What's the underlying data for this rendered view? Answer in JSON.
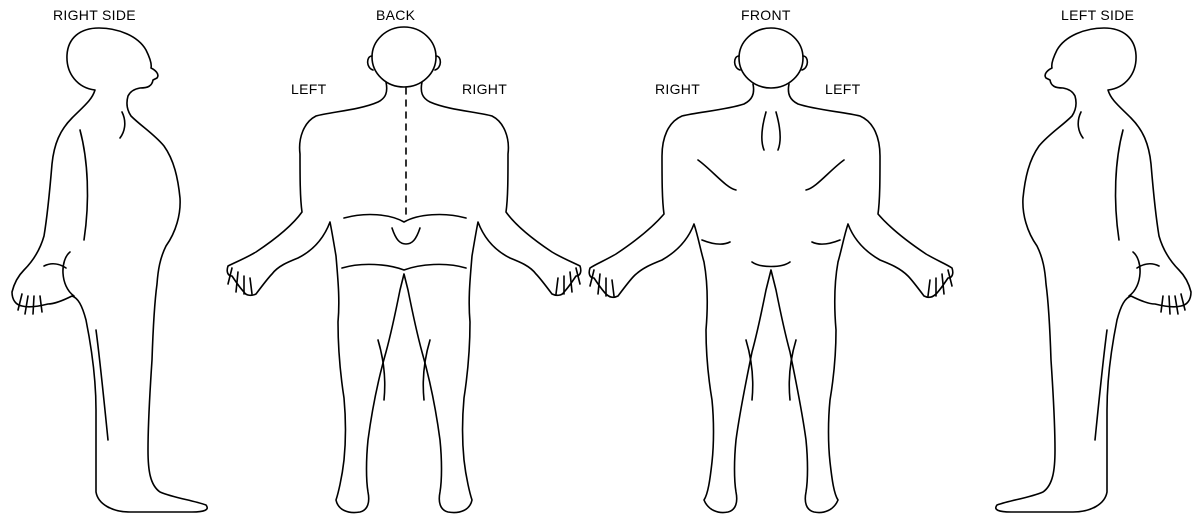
{
  "views": {
    "right_side": {
      "title": "RIGHT SIDE"
    },
    "back": {
      "title": "BACK",
      "left_label": "LEFT",
      "right_label": "RIGHT"
    },
    "front": {
      "title": "FRONT",
      "right_label": "RIGHT",
      "left_label": "LEFT"
    },
    "left_side": {
      "title": "LEFT SIDE"
    }
  },
  "style": {
    "line_color": "#000000",
    "background": "#ffffff"
  }
}
